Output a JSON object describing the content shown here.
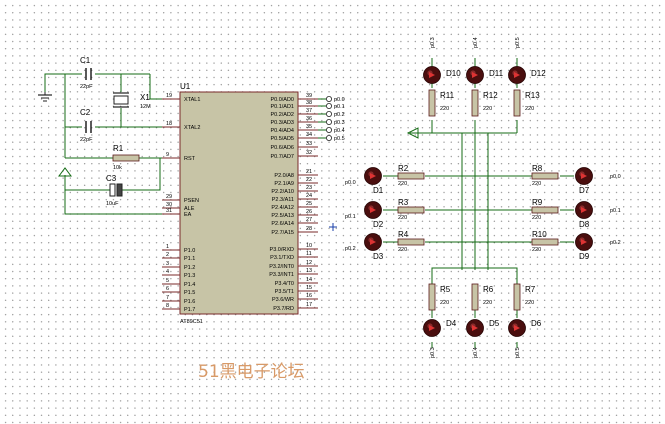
{
  "watermark": "51黑电子论坛",
  "mcu": {
    "ref": "U1",
    "part": "AT89C51",
    "left_pins": [
      {
        "num": "19",
        "name": "XTAL1"
      },
      {
        "num": "18",
        "name": "XTAL2"
      },
      {
        "num": "9",
        "name": "RST"
      },
      {
        "num": "29",
        "name": "PSEN"
      },
      {
        "num": "30",
        "name": "ALE"
      },
      {
        "num": "31",
        "name": "EA"
      },
      {
        "num": "1",
        "name": "P1.0"
      },
      {
        "num": "2",
        "name": "P1.1"
      },
      {
        "num": "3",
        "name": "P1.2"
      },
      {
        "num": "4",
        "name": "P1.3"
      },
      {
        "num": "5",
        "name": "P1.4"
      },
      {
        "num": "6",
        "name": "P1.5"
      },
      {
        "num": "7",
        "name": "P1.6"
      },
      {
        "num": "8",
        "name": "P1.7"
      }
    ],
    "right_pins": [
      {
        "num": "39",
        "name": "P0.0/AD0"
      },
      {
        "num": "38",
        "name": "P0.1/AD1"
      },
      {
        "num": "37",
        "name": "P0.2/AD2"
      },
      {
        "num": "36",
        "name": "P0.3/AD3"
      },
      {
        "num": "35",
        "name": "P0.4/AD4"
      },
      {
        "num": "34",
        "name": "P0.5/AD5"
      },
      {
        "num": "33",
        "name": "P0.6/AD6"
      },
      {
        "num": "32",
        "name": "P0.7/AD7"
      },
      {
        "num": "21",
        "name": "P2.0/A8"
      },
      {
        "num": "22",
        "name": "P2.1/A9"
      },
      {
        "num": "23",
        "name": "P2.2/A10"
      },
      {
        "num": "24",
        "name": "P2.3/A11"
      },
      {
        "num": "25",
        "name": "P2.4/A12"
      },
      {
        "num": "26",
        "name": "P2.5/A13"
      },
      {
        "num": "27",
        "name": "P2.6/A14"
      },
      {
        "num": "28",
        "name": "P2.7/A15"
      },
      {
        "num": "10",
        "name": "P3.0/RXD"
      },
      {
        "num": "11",
        "name": "P3.1/TXD"
      },
      {
        "num": "12",
        "name": "P3.2/INT0"
      },
      {
        "num": "13",
        "name": "P3.3/INT1"
      },
      {
        "num": "14",
        "name": "P3.4/T0"
      },
      {
        "num": "15",
        "name": "P3.5/T1"
      },
      {
        "num": "16",
        "name": "P3.6/WR"
      },
      {
        "num": "17",
        "name": "P3.7/RD"
      }
    ],
    "port_labels": [
      "p0.0",
      "p0.1",
      "p0.2",
      "p0.3",
      "p0.4",
      "p0.5"
    ]
  },
  "parts": {
    "c1": {
      "ref": "C1",
      "val": "22pF"
    },
    "c2": {
      "ref": "C2",
      "val": "22pF"
    },
    "c3": {
      "ref": "C3",
      "val": "10uF"
    },
    "x1": {
      "ref": "X1",
      "val": "12M"
    },
    "r1": {
      "ref": "R1",
      "val": "10k"
    }
  },
  "top_leds": [
    {
      "ref": "D10",
      "net": "p0.3"
    },
    {
      "ref": "D11",
      "net": "p0.4"
    },
    {
      "ref": "D12",
      "net": "p0.5"
    }
  ],
  "top_res": [
    {
      "ref": "R11",
      "val": "220"
    },
    {
      "ref": "R12",
      "val": "220"
    },
    {
      "ref": "R13",
      "val": "220"
    }
  ],
  "bottom_res": [
    {
      "ref": "R5",
      "val": "220"
    },
    {
      "ref": "R6",
      "val": "220"
    },
    {
      "ref": "R7",
      "val": "220"
    }
  ],
  "bottom_leds": [
    {
      "ref": "D4",
      "net": "p0.3"
    },
    {
      "ref": "D5",
      "net": "p0.4"
    },
    {
      "ref": "D6",
      "net": "p0.5"
    }
  ],
  "left_leds": [
    {
      "ref": "D1",
      "net": "p0.0"
    },
    {
      "ref": "D2",
      "net": "p0.1"
    },
    {
      "ref": "D3",
      "net": "p0.2"
    }
  ],
  "left_res": [
    {
      "ref": "R2",
      "val": "220"
    },
    {
      "ref": "R3",
      "val": "220"
    },
    {
      "ref": "R4",
      "val": "220"
    }
  ],
  "right_res": [
    {
      "ref": "R8",
      "val": "220"
    },
    {
      "ref": "R9",
      "val": "220"
    },
    {
      "ref": "R10",
      "val": "220"
    }
  ],
  "right_leds": [
    {
      "ref": "D7",
      "net": "p0.0"
    },
    {
      "ref": "D8",
      "net": "p0.1"
    },
    {
      "ref": "D9",
      "net": "p0.2"
    }
  ]
}
